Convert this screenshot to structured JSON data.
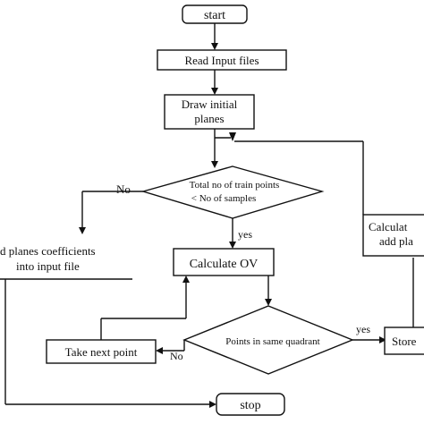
{
  "flowchart": {
    "start": "start",
    "read_input": "Read Input files",
    "draw_initial": [
      "Draw initial",
      "planes"
    ],
    "condition_train": [
      "Total no of train points",
      "< No of samples"
    ],
    "no_label_top": "No",
    "yes_label_mid": "yes",
    "add_planes": [
      "d planes coefficients",
      "into input file"
    ],
    "calculate_ov": "Calculate OV",
    "condition_quadrant": "Points in same quadrant",
    "yes_label_right": "yes",
    "no_label_bottom": "No",
    "take_next": "Take next point",
    "store": "Store",
    "calculate_add": [
      "Calculat",
      "add pla"
    ],
    "stop": "stop"
  }
}
